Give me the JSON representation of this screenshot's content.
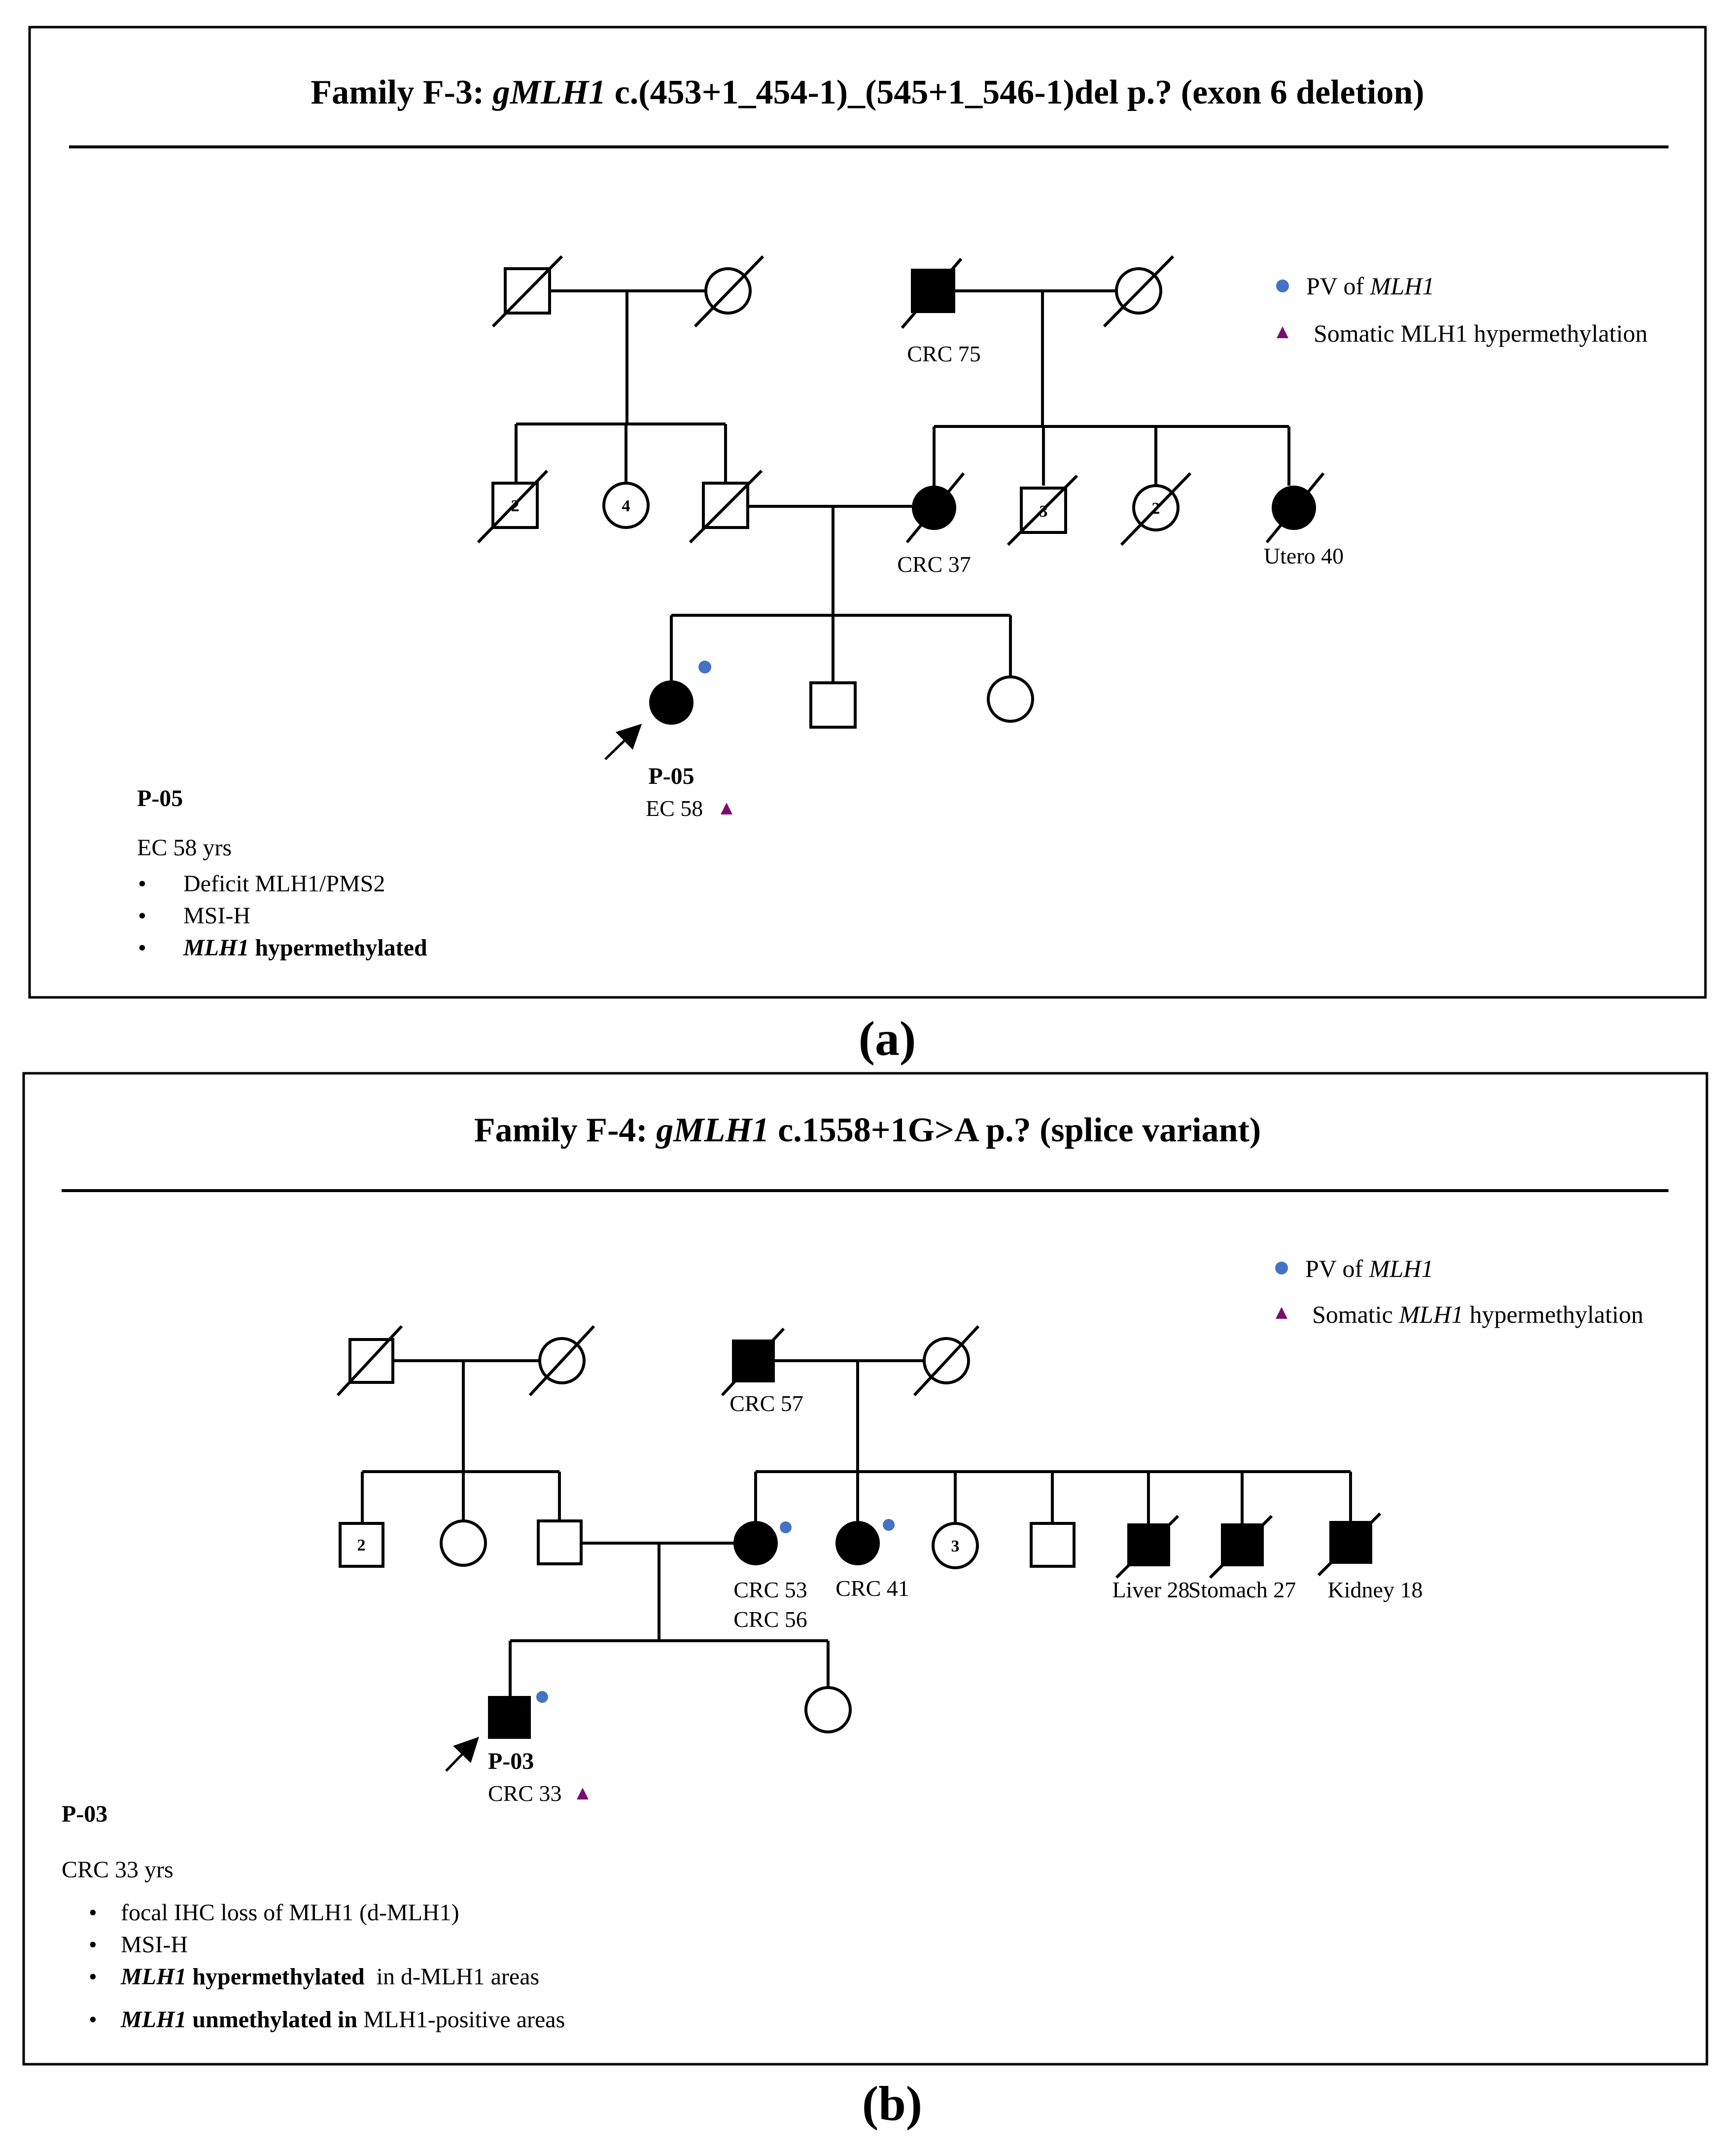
{
  "colors": {
    "pv_dot": "#4472C4",
    "somatic_triangle": "#7B0D6E",
    "line": "#000000"
  },
  "panel_a": {
    "caption": "(a)",
    "title_prefix": "Family F-3: ",
    "title_gene": "gMLH1",
    "title_suffix": " c.(453+1_454-1)_(545+1_546-1)del p.? (exon 6 deletion)",
    "legend": {
      "pv_label": "PV of ",
      "pv_gene": "MLH1",
      "somatic_label": "Somatic MLH1 hypermethylation"
    },
    "labels": {
      "gp_father": "CRC 75",
      "mother": "CRC 37",
      "aunt": "Utero 40",
      "proband_id": "P-05",
      "proband_dx": "EC 58",
      "count_uncle_paternal": "2",
      "count_aunt_paternal": "4",
      "count_uncle_maternal": "3",
      "count_aunt_maternal": "2"
    },
    "notes": {
      "id": "P-05",
      "dx": "EC 58 yrs",
      "items": [
        "Deficit MLH1/PMS2",
        "MSI-H"
      ],
      "item3_gene": "MLH1",
      "item3_text": " hypermethylated"
    }
  },
  "panel_b": {
    "caption": "(b)",
    "title_prefix": "Family F-4: ",
    "title_gene": "gMLH1",
    "title_suffix": " c.1558+1G>A p.? (splice variant)",
    "legend": {
      "pv_label": "PV of ",
      "pv_gene": "MLH1",
      "somatic_prefix": "Somatic ",
      "somatic_gene": "MLH1",
      "somatic_suffix": " hypermethylation"
    },
    "labels": {
      "gp_father": "CRC 57",
      "mother_1": "CRC 53",
      "mother_2": "CRC 56",
      "aunt": "CRC 41",
      "uncle_liver": "Liver 28",
      "uncle_stomach": "Stomach 27",
      "uncle_kidney": "Kidney 18",
      "proband_id": "P-03",
      "proband_dx": "CRC 33",
      "count_uncle_paternal": "2",
      "count_aunt_maternal": "3"
    },
    "notes": {
      "id": "P-03",
      "dx": "CRC 33 yrs",
      "items": [
        "focal IHC loss of MLH1 (d-MLH1)",
        "MSI-H"
      ],
      "item3_gene": "MLH1",
      "item3_bold": " hypermethylated",
      "item3_rest": "  in d-MLH1 areas",
      "item4_gene": "MLH1",
      "item4_bold": " unmethylated in",
      "item4_rest": " MLH1-positive areas"
    }
  }
}
